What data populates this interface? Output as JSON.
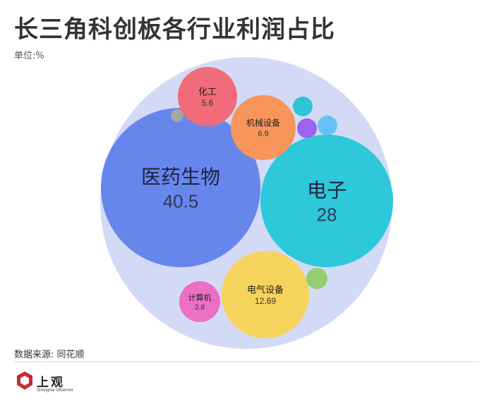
{
  "header": {
    "title": "长三角科创板各行业利润占比",
    "unit": "单位:%"
  },
  "footer": {
    "source": "数据来源: 同花顺",
    "logo_text": "上观",
    "logo_sub": "Shanghai Observer"
  },
  "colors": {
    "outer_circle": "#d3daf6",
    "医药生物": "#6786ec",
    "电子": "#2dc9db",
    "电气设备": "#f6d35c",
    "机械设备": "#f7955a",
    "化工": "#f16c7a",
    "计算机": "#ec6fc4",
    "small_gray": "#a5a5a5",
    "small_cyan": "#2fc5d4",
    "small_purple": "#9a63f0",
    "small_blue": "#66c2f4",
    "small_green": "#94ce73",
    "logo_red": "#cc2a2a"
  },
  "chart_data": {
    "type": "bubble",
    "title": "长三角科创板各行业利润占比",
    "unit": "单位:%",
    "series": [
      {
        "label": "医药生物",
        "value": 40.5
      },
      {
        "label": "电子",
        "value": 28
      },
      {
        "label": "电气设备",
        "value": 12.69
      },
      {
        "label": "机械设备",
        "value": 6.9
      },
      {
        "label": "化工",
        "value": 5.6
      },
      {
        "label": "计算机",
        "value": 2.8
      },
      {
        "label": "",
        "value": null
      },
      {
        "label": "",
        "value": null
      },
      {
        "label": "",
        "value": null
      },
      {
        "label": "",
        "value": null
      },
      {
        "label": "",
        "value": null
      }
    ]
  }
}
